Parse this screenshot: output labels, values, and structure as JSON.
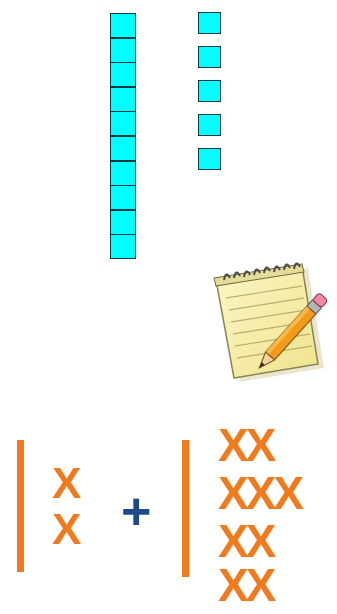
{
  "base_ten": {
    "rod_cube_count": 10,
    "unit_cube_count": 5,
    "cube_color": "#00ffff",
    "outline_color": "#0a3b45"
  },
  "notepad_icon": "notepad-with-pencil-icon",
  "expression": {
    "left_group": [
      "X",
      "X"
    ],
    "operator": "+",
    "right_group": [
      "XX",
      "XXX",
      "XX",
      "XX"
    ],
    "mark_color": "#f07b1e",
    "operator_color": "#1e4b87"
  }
}
